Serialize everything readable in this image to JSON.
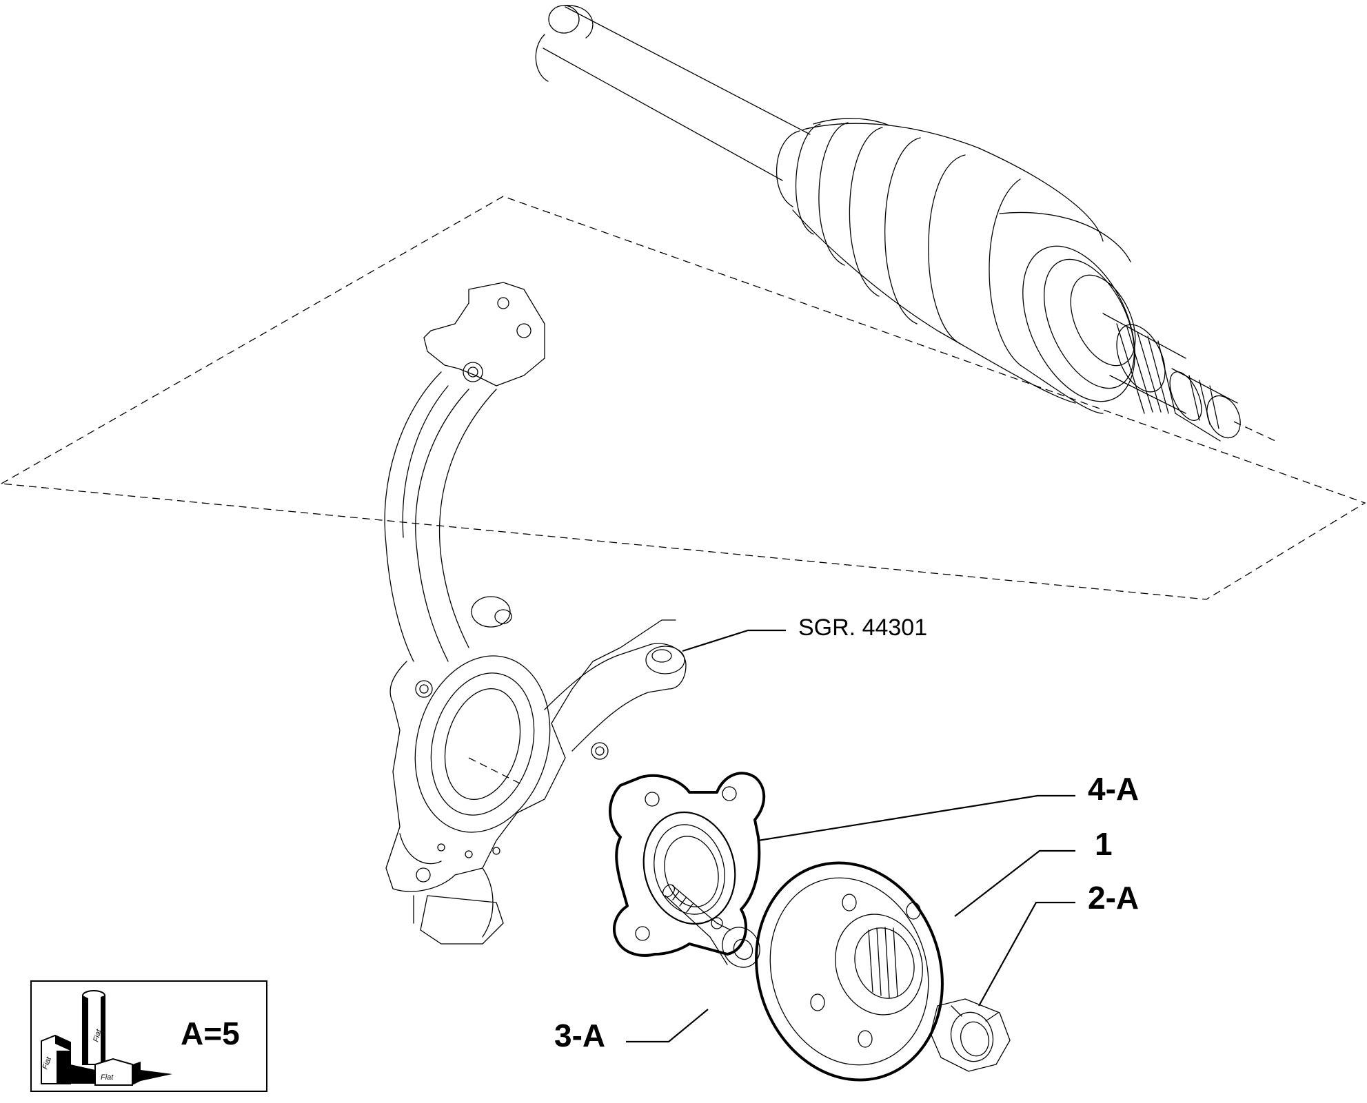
{
  "references": {
    "sgr": "SGR. 44301",
    "part_4a": "4-A",
    "part_1": "1",
    "part_2a": "2-A",
    "part_3a": "3-A"
  },
  "legend": {
    "text": "A=5",
    "brand_label": "Fiat"
  }
}
